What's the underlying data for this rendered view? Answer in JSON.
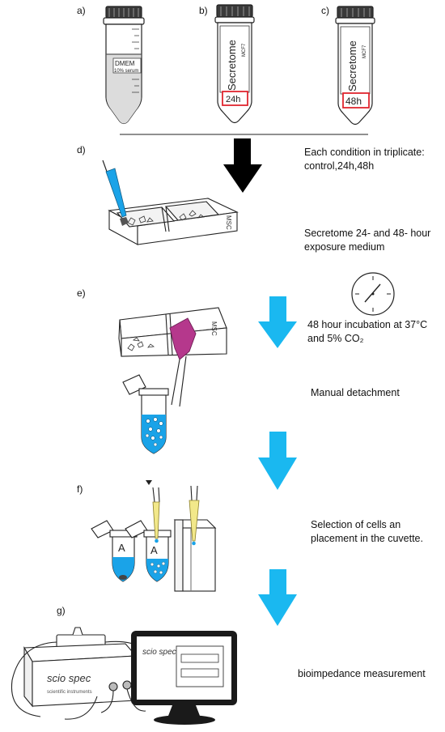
{
  "panels": {
    "a": "a)",
    "b": "b)",
    "c": "c)",
    "d": "d)",
    "e": "e)",
    "f": "f)",
    "g": "g)"
  },
  "tubes": {
    "a_label_main": "DMEM",
    "a_label_sub": "10% serum",
    "b_label": "Secretome",
    "b_sub": "MCF7",
    "b_time": "24h",
    "c_label": "Secretome",
    "c_sub": "MCF7",
    "c_time": "48h"
  },
  "captions": {
    "triplicate_line1": "Each condition in triplicate:",
    "triplicate_line2": "control,24h,48h",
    "secretome_line1": "Secretome 24- and 48- hour",
    "secretome_line2": "exposure medium",
    "incubation_line1": "48 hour incubation at 37°C",
    "incubation_line2": "and 5% CO₂",
    "detachment": "Manual detachment",
    "selection_line1": "Selection of cells an",
    "selection_line2": "placement in the cuvette.",
    "bioimpedance": "bioimpedance measurement"
  },
  "labels": {
    "plate_msc": "MSC",
    "plate_msc_e": "MSC",
    "tube_a1": "A",
    "tube_a2": "A",
    "device_brand": "scio spec",
    "device_sub": "scientific instruments",
    "screen_brand": "scio spec"
  },
  "colors": {
    "arrow_black": "#000000",
    "arrow_blue": "#1ab8f0",
    "time_box": "#e0262f",
    "liquid_blue": "#1aa3e8",
    "magenta": "#b5388c",
    "tip_yellow": "#f2e88a"
  }
}
